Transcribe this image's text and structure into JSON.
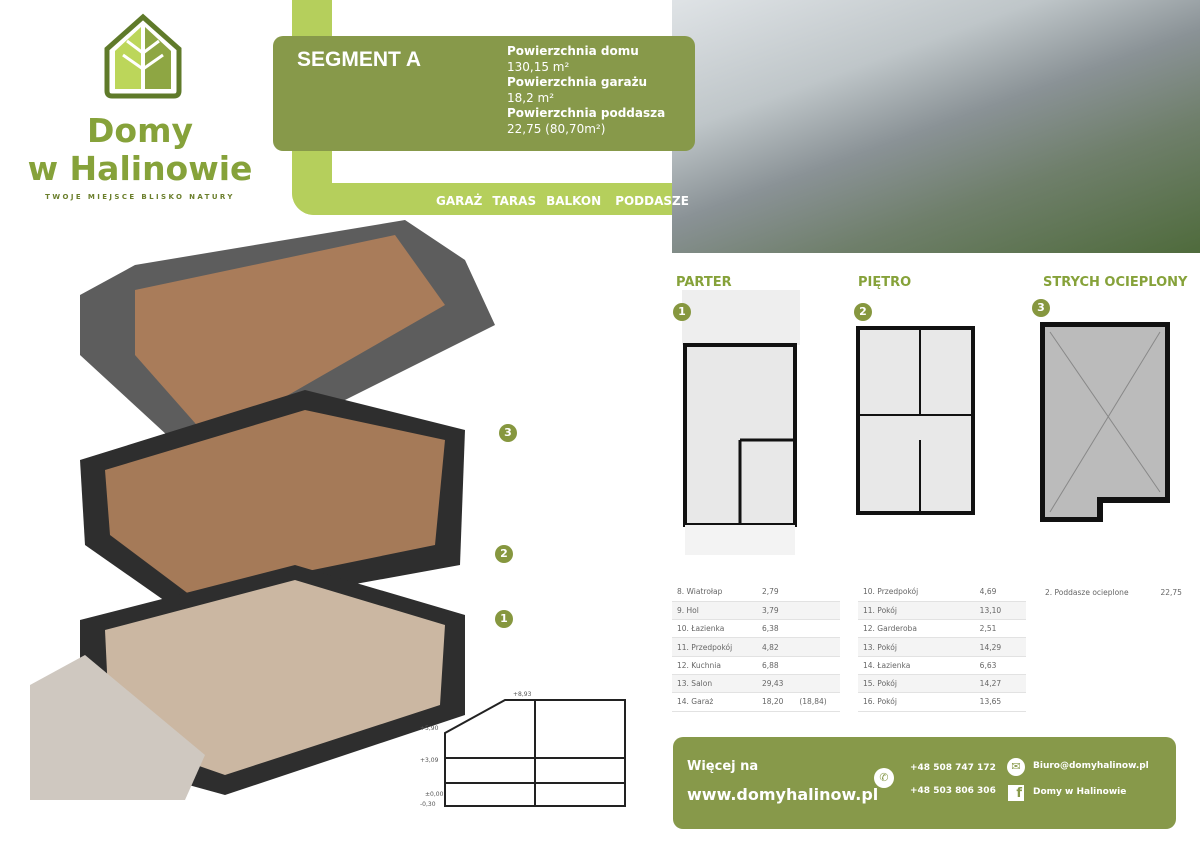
{
  "logo": {
    "name_line1": "Domy",
    "name_line2": "w Halinowie",
    "tagline": "TWOJE MIEJSCE BLISKO NATURY"
  },
  "segment": {
    "title": "SEGMENT A",
    "house_label": "Powierzchnia domu",
    "house_value": "130,15 m²",
    "garage_label": "Powierzchnia garażu",
    "garage_value": "18,2 m²",
    "attic_label": "Powierzchnia poddasza",
    "attic_value": "22,75 (80,70m²)"
  },
  "features": [
    "GARAŻ",
    "TARAS",
    "BALKON",
    "PODDASZE"
  ],
  "badges": [
    "1",
    "2",
    "3"
  ],
  "plans": {
    "parter": "PARTER",
    "pietro": "PIĘTRO",
    "strych": "STRYCH OCIEPLONY"
  },
  "section_labels": [
    "+8,93",
    "+5,90",
    "+3,09",
    "±0,00",
    "-0,30"
  ],
  "tables": {
    "parter": [
      [
        "8. Wiatrołap",
        "2,79",
        ""
      ],
      [
        "9. Hol",
        "3,79",
        ""
      ],
      [
        "10. Łazienka",
        "6,38",
        ""
      ],
      [
        "11. Przedpokój",
        "4,82",
        ""
      ],
      [
        "12. Kuchnia",
        "6,88",
        ""
      ],
      [
        "13. Salon",
        "29,43",
        ""
      ],
      [
        "14. Garaż",
        "18,20",
        "(18,84)"
      ]
    ],
    "pietro": [
      [
        "10. Przedpokój",
        "4,69"
      ],
      [
        "11. Pokój",
        "13,10"
      ],
      [
        "12. Garderoba",
        "2,51"
      ],
      [
        "13. Pokój",
        "14,29"
      ],
      [
        "14. Łazienka",
        "6,63"
      ],
      [
        "15. Pokój",
        "14,27"
      ],
      [
        "16. Pokój",
        "13,65"
      ]
    ],
    "strych": [
      [
        "2. Poddasze ocieplone",
        "22,75"
      ]
    ]
  },
  "contact": {
    "more_label": "Więcej na",
    "website": "www.domyhalinow.pl",
    "phone1": "+48 508 747 172",
    "phone2": "+48 503 806 306",
    "email": "Biuro@domyhalinow.pl",
    "facebook": "Domy w Halinowie"
  },
  "colors": {
    "dark_green": "#87994a",
    "light_green": "#b5cf5c",
    "logo_green": "#86a23a"
  }
}
